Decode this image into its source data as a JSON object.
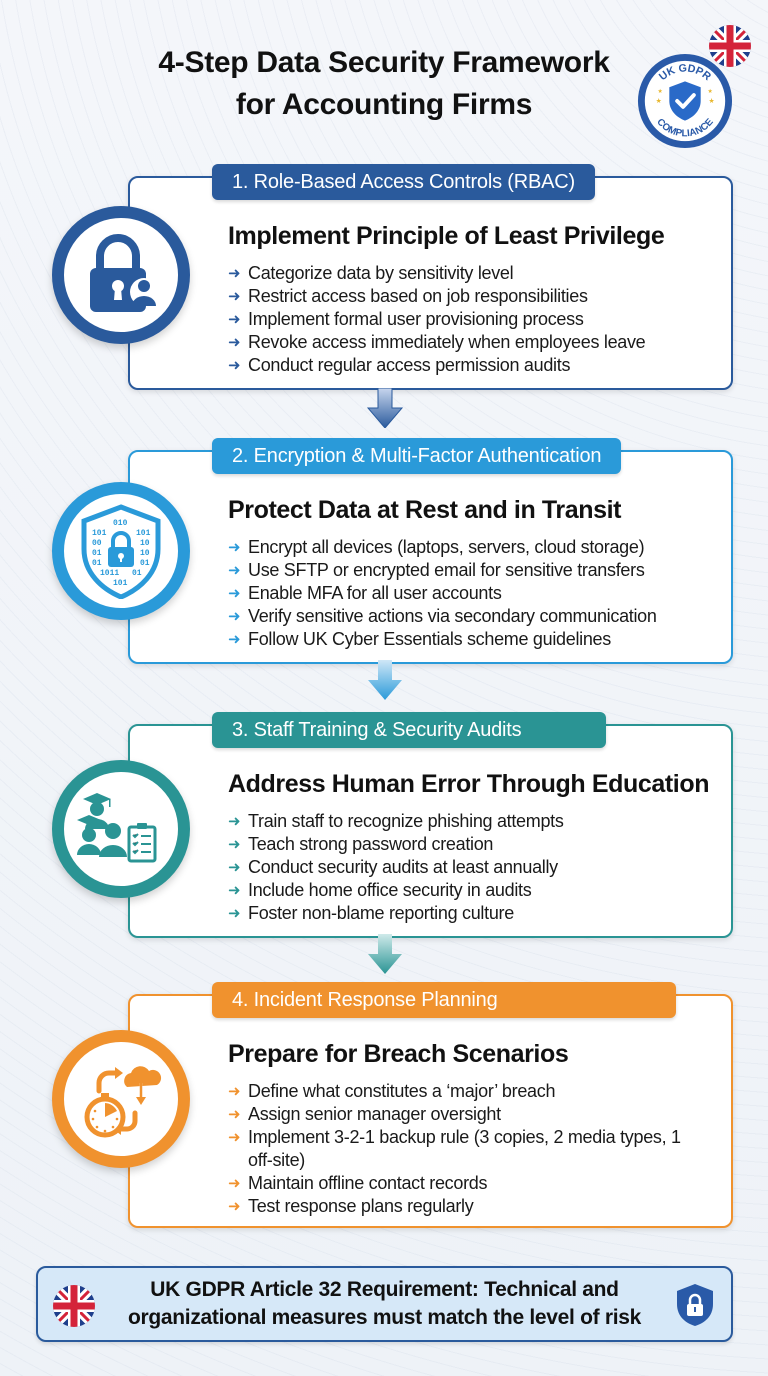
{
  "header": {
    "title_line1": "4-Step Data Security Framework",
    "title_line2": "for Accounting Firms",
    "badge": {
      "top_text": "UK GDPR",
      "bottom_text": "COMPLIANCE",
      "icon": "shield-check-icon",
      "flag": "uk-flag-icon"
    }
  },
  "steps": [
    {
      "tab_label": "1. Role-Based Access Controls (RBAC)",
      "heading": "Implement Principle of Least Privilege",
      "icon": "lock-user-icon",
      "color": "#2a5a9c",
      "items": [
        "Categorize data by sensitivity level",
        "Restrict access based on job responsibilities",
        "Implement formal user provisioning process",
        "Revoke access immediately when employees leave",
        "Conduct regular access permission audits"
      ]
    },
    {
      "tab_label": "2. Encryption & Multi-Factor Authentication",
      "heading": "Protect Data at Rest and in Transit",
      "icon": "binary-shield-lock-icon",
      "color": "#2a9ad9",
      "items": [
        "Encrypt all devices (laptops, servers, cloud storage)",
        "Use SFTP or encrypted email for sensitive transfers",
        "Enable MFA for all user accounts",
        "Verify sensitive actions via secondary communication",
        "Follow UK Cyber Essentials scheme guidelines"
      ]
    },
    {
      "tab_label": "3. Staff Training & Security Audits",
      "heading": "Address Human Error Through Education",
      "icon": "graduates-checklist-icon",
      "color": "#2a9494",
      "items": [
        "Train staff to recognize phishing attempts",
        "Teach strong password creation",
        "Conduct security audits at least annually",
        "Include home office security in audits",
        "Foster non-blame reporting culture"
      ]
    },
    {
      "tab_label": "4. Incident Response Planning",
      "heading": "Prepare for Breach Scenarios",
      "icon": "stopwatch-cloud-backup-icon",
      "color": "#f0922e",
      "items": [
        "Define what constitutes a ‘major’ breach",
        "Assign senior manager oversight",
        "Implement 3-2-1 backup rule (3 copies, 2 media types, 1 off-site)",
        "Maintain offline contact records",
        "Test response plans regularly"
      ]
    }
  ],
  "binary_digits": [
    "010",
    "101",
    "101",
    "00",
    "10",
    "01",
    "10",
    "01",
    "01",
    "1011",
    "01",
    "101"
  ],
  "footer": {
    "line1": "UK GDPR Article 32 Requirement: Technical and",
    "line2": "organizational measures must match the level of risk",
    "left_icon": "uk-flag-icon",
    "right_icon": "shield-lock-icon"
  },
  "bullet_glyph": "➜"
}
